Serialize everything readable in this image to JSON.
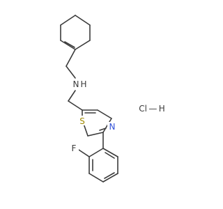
{
  "molecule": {
    "atoms": {
      "nh": {
        "symbol": "N",
        "suffix": "H",
        "color": "#3a3a3a"
      },
      "s": {
        "symbol": "S",
        "color": "#a08a00"
      },
      "n_ring": {
        "symbol": "N",
        "color": "#3050d8"
      },
      "f": {
        "symbol": "F",
        "color": "#3a3a3a"
      }
    },
    "salt": {
      "text": "Cl — H",
      "color": "#3a3a3a"
    }
  }
}
